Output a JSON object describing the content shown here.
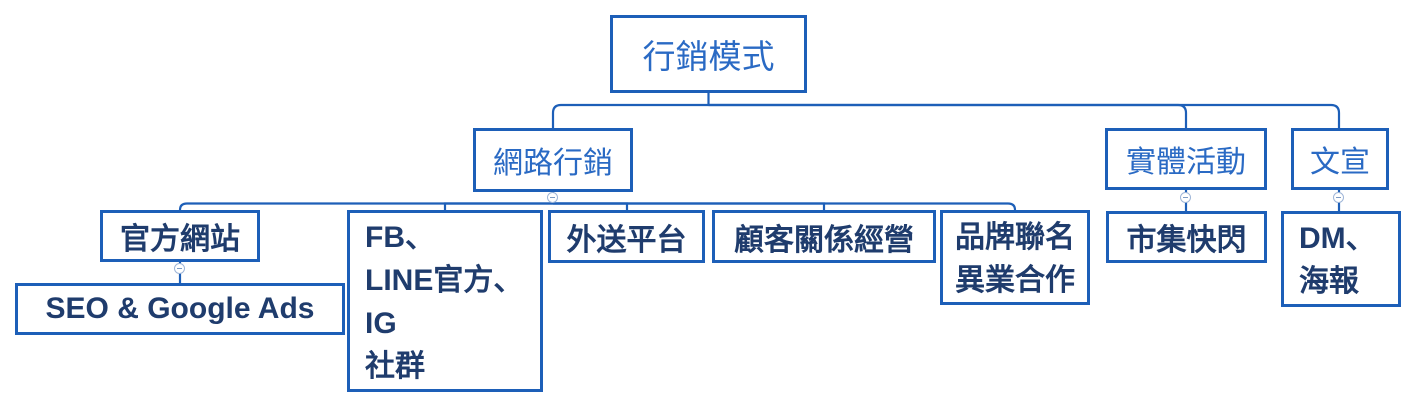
{
  "diagram": {
    "type": "org-tree",
    "root": {
      "id": "marketing-model",
      "label": "行銷模式",
      "children": [
        {
          "id": "online-marketing",
          "label": "網路行銷",
          "children": [
            {
              "id": "official-website",
              "label": "官方網站",
              "children": [
                {
                  "id": "seo-google-ads",
                  "label": "SEO & Google Ads"
                }
              ]
            },
            {
              "id": "social-media",
              "label": "FB、\nLINE官方、\nIG\n社群"
            },
            {
              "id": "delivery-platforms",
              "label": "外送平台"
            },
            {
              "id": "customer-relationship",
              "label": "顧客關係經營"
            },
            {
              "id": "co-branding",
              "label": "品牌聯名\n異業合作"
            }
          ]
        },
        {
          "id": "offline-events",
          "label": "實體活動",
          "children": [
            {
              "id": "pop-up-markets",
              "label": "市集快閃"
            }
          ]
        },
        {
          "id": "print-materials",
          "label": "文宣",
          "children": [
            {
              "id": "dm-posters",
              "label": "DM、\n海報"
            }
          ]
        }
      ]
    },
    "collapse_toggles": [
      "online-marketing",
      "official-website",
      "offline-events",
      "print-materials"
    ]
  },
  "colors": {
    "box_border": "#1d5fb8",
    "connector": "#1d5fb8",
    "level12_text": "#2a6ac4",
    "level3_text": "#1f3c6d",
    "toggle_ring": "#9fb6d8",
    "background": "#ffffff"
  }
}
